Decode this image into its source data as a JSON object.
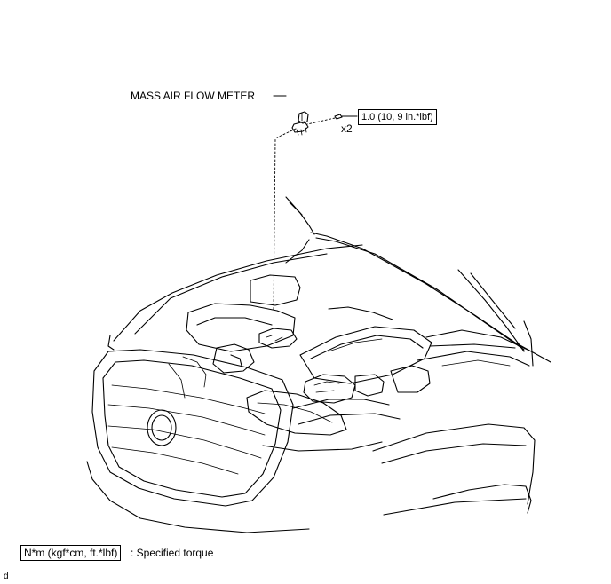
{
  "part_label": "MASS AIR FLOW METER",
  "torque": {
    "value": "1.0 (10, 9 in.*lbf)",
    "quantity": "x2"
  },
  "legend": {
    "unit_box": "N*m (kgf*cm, ft.*lbf)",
    "description": ": Specified torque"
  },
  "figure_code": "d"
}
